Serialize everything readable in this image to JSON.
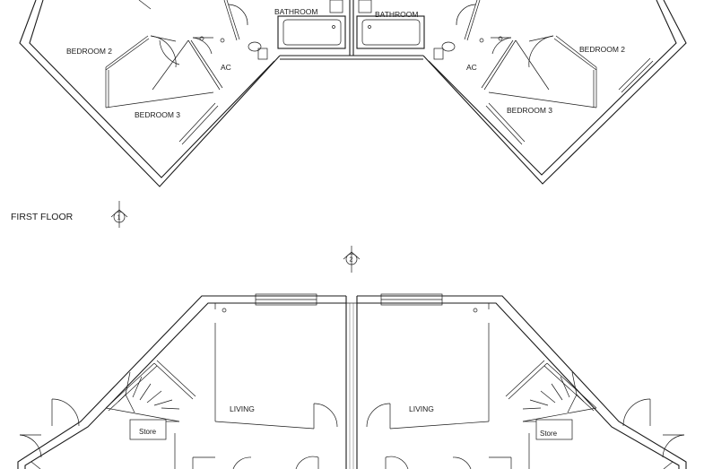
{
  "rooms": {
    "bedroom_2": "BEDROOM 2",
    "bedroom_3": "BEDROOM 3",
    "bathroom": "BATHROOM",
    "ac": "AC",
    "living": "LIVING",
    "store": "Store"
  },
  "floors": {
    "first_floor": "FIRST FLOOR"
  },
  "markers": {
    "section_1": "1",
    "section_2": "2"
  },
  "colors": {
    "line": "#1a1a1a",
    "background": "#ffffff"
  }
}
